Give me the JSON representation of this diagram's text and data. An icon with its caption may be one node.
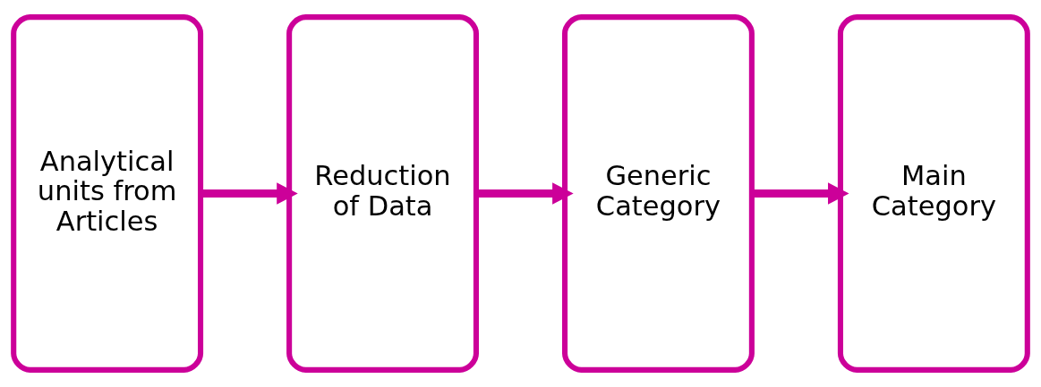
{
  "diagram": {
    "nodes": [
      {
        "text": [
          "Analytical units from Articles"
        ]
      },
      {
        "text": [
          "Reduction of Data"
        ]
      },
      {
        "text": [
          "Generic Category"
        ]
      },
      {
        "text": [
          "Main Category"
        ]
      }
    ],
    "edges": [
      {
        "from": 0,
        "to": 1,
        "arrow": "to"
      },
      {
        "from": 1,
        "to": 2,
        "arrow": "to"
      },
      {
        "from": 2,
        "to": 3,
        "arrow": "to"
      }
    ]
  }
}
